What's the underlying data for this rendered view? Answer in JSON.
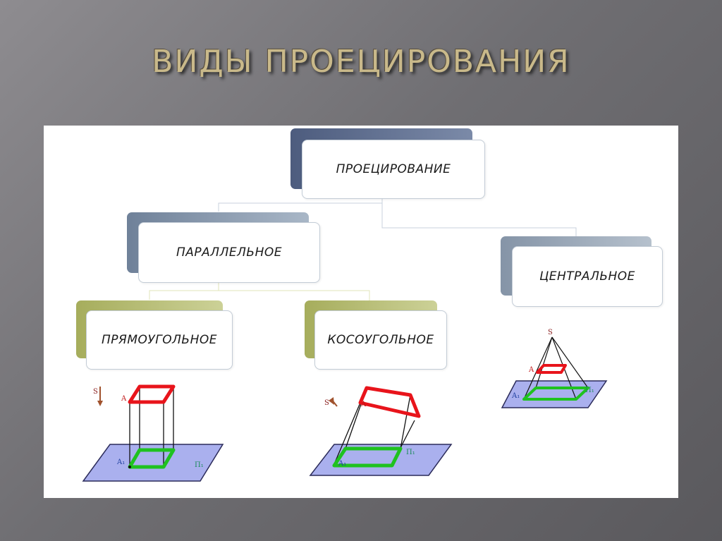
{
  "title": "ВИДЫ ПРОЕЦИРОВАНИЯ",
  "nodes": {
    "root": "ПРОЕЦИРОВАНИЕ",
    "parallel": "ПАРАЛЛЕЛЬНОЕ",
    "central": "ЦЕНТРАЛЬНОЕ",
    "orthogonal": "ПРЯМОУГОЛЬНОЕ",
    "oblique": "КОСОУГОЛЬНОЕ"
  },
  "labels": {
    "orthogonal": {
      "s": "S",
      "a": "A",
      "a1": "A₁",
      "pi": "П₁"
    },
    "oblique": {
      "s": "S",
      "a": "A",
      "a1": "A₁",
      "pi": "П₁"
    },
    "central": {
      "s": "S",
      "a": "A",
      "a1": "A₁",
      "pi": "П₁"
    }
  },
  "colors": {
    "top_face": "#e8141b",
    "projection": "#1fc21f",
    "plane": "#aab0ee"
  }
}
